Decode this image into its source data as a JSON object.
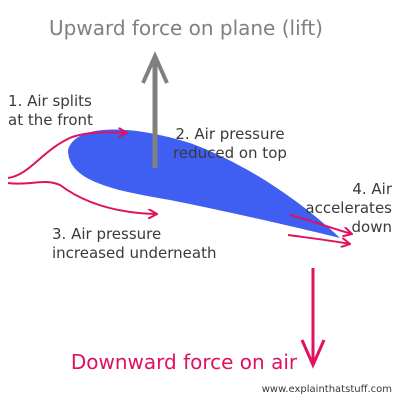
{
  "colors": {
    "airfoil": "#3f5ff2",
    "airflow": "#e0115f",
    "lift_arrow": "#808080",
    "label_text": "#3a3a3a"
  },
  "titles": {
    "upward": "Upward force on plane (lift)",
    "downward": "Downward force on air"
  },
  "labels": {
    "step1": "1. Air splits\nat the front",
    "step2": "2. Air pressure\nreduced on top",
    "step3": "3. Air pressure\nincreased underneath",
    "step4": "4. Air\naccelerates\ndown"
  },
  "watermark": "www.explainthatstuff.com",
  "credit": "www.explainthatstuff.com"
}
